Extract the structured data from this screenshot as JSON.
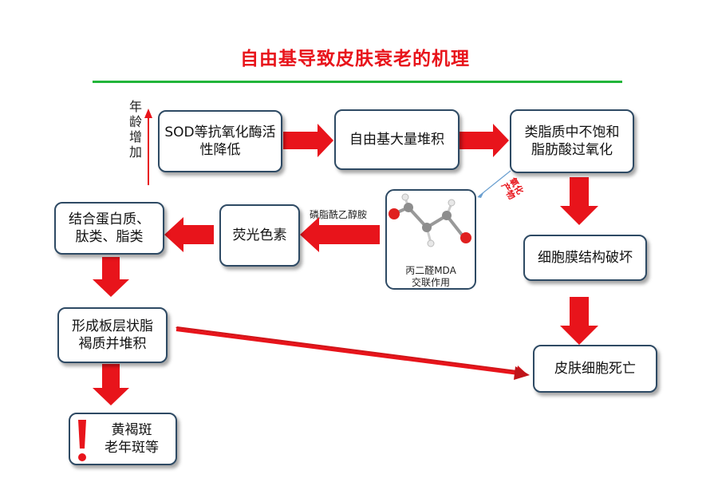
{
  "title": "自由基导致皮肤衰老的机理",
  "age_label": "年\n龄\n增\n加",
  "boxes": {
    "sod": "SOD等抗氧化酶活\n性降低",
    "radical": "自由基大量堆积",
    "lipid": "类脂质中不饱和\n脂肪酸过氧化",
    "membrane": "细胞膜结构破坏",
    "death": "皮肤细胞死亡",
    "combine": "结合蛋白质、\n肽类、脂类",
    "fluor": "荧光色素",
    "lamellar": "形成板层状脂\n褐质并堆积",
    "spots": "黄褐斑\n老年斑等"
  },
  "labels": {
    "pe": "磷脂酰乙醇胺",
    "mda": "丙二醛MDA\n交联作用",
    "oxidation": "氧化\n产物"
  },
  "colors": {
    "arrow": "#e8141b",
    "title": "#e8141b",
    "rule": "#21b53a",
    "border": "#2e4a64"
  }
}
